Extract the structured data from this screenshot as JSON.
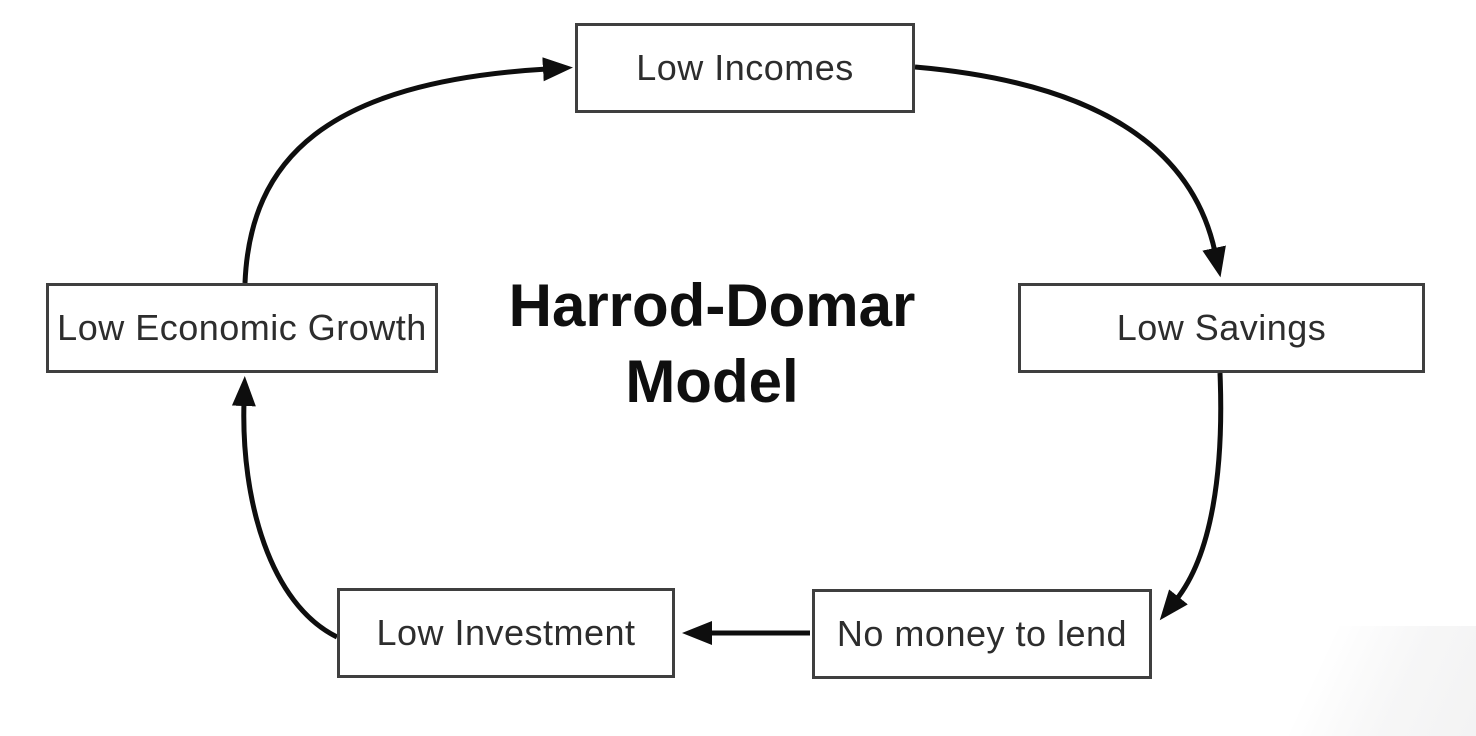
{
  "diagram": {
    "title": {
      "line1": "Harrod-Domar",
      "line2": "Model",
      "full": "Harrod-Domar Model"
    },
    "nodes": [
      {
        "id": "low-incomes",
        "label": "Low Incomes"
      },
      {
        "id": "low-savings",
        "label": "Low Savings"
      },
      {
        "id": "no-money-to-lend",
        "label": "No money to lend"
      },
      {
        "id": "low-investment",
        "label": "Low Investment"
      },
      {
        "id": "low-economic-growth",
        "label": "Low Economic Growth"
      }
    ],
    "edges": [
      {
        "from": "low-economic-growth",
        "to": "low-incomes"
      },
      {
        "from": "low-incomes",
        "to": "low-savings"
      },
      {
        "from": "low-savings",
        "to": "no-money-to-lend"
      },
      {
        "from": "no-money-to-lend",
        "to": "low-investment"
      },
      {
        "from": "low-investment",
        "to": "low-economic-growth"
      }
    ],
    "colors": {
      "background": "#ffffff",
      "line": "#0e0e0e",
      "box_border": "#3f3f3f",
      "box_fill": "#ffffff",
      "label_text": "#2d2d2d",
      "title_text": "#0f0f0f"
    }
  }
}
